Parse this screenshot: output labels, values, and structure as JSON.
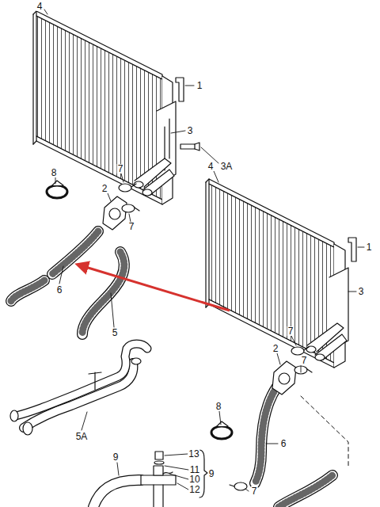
{
  "diagram": {
    "labels": [
      "4",
      "1",
      "3",
      "3A",
      "8",
      "7",
      "2",
      "7",
      "6",
      "5",
      "4",
      "1",
      "3",
      "7",
      "2",
      "7",
      "8",
      "6",
      "5A",
      "9",
      "13",
      "11",
      "10",
      "12",
      "9",
      "7"
    ]
  }
}
